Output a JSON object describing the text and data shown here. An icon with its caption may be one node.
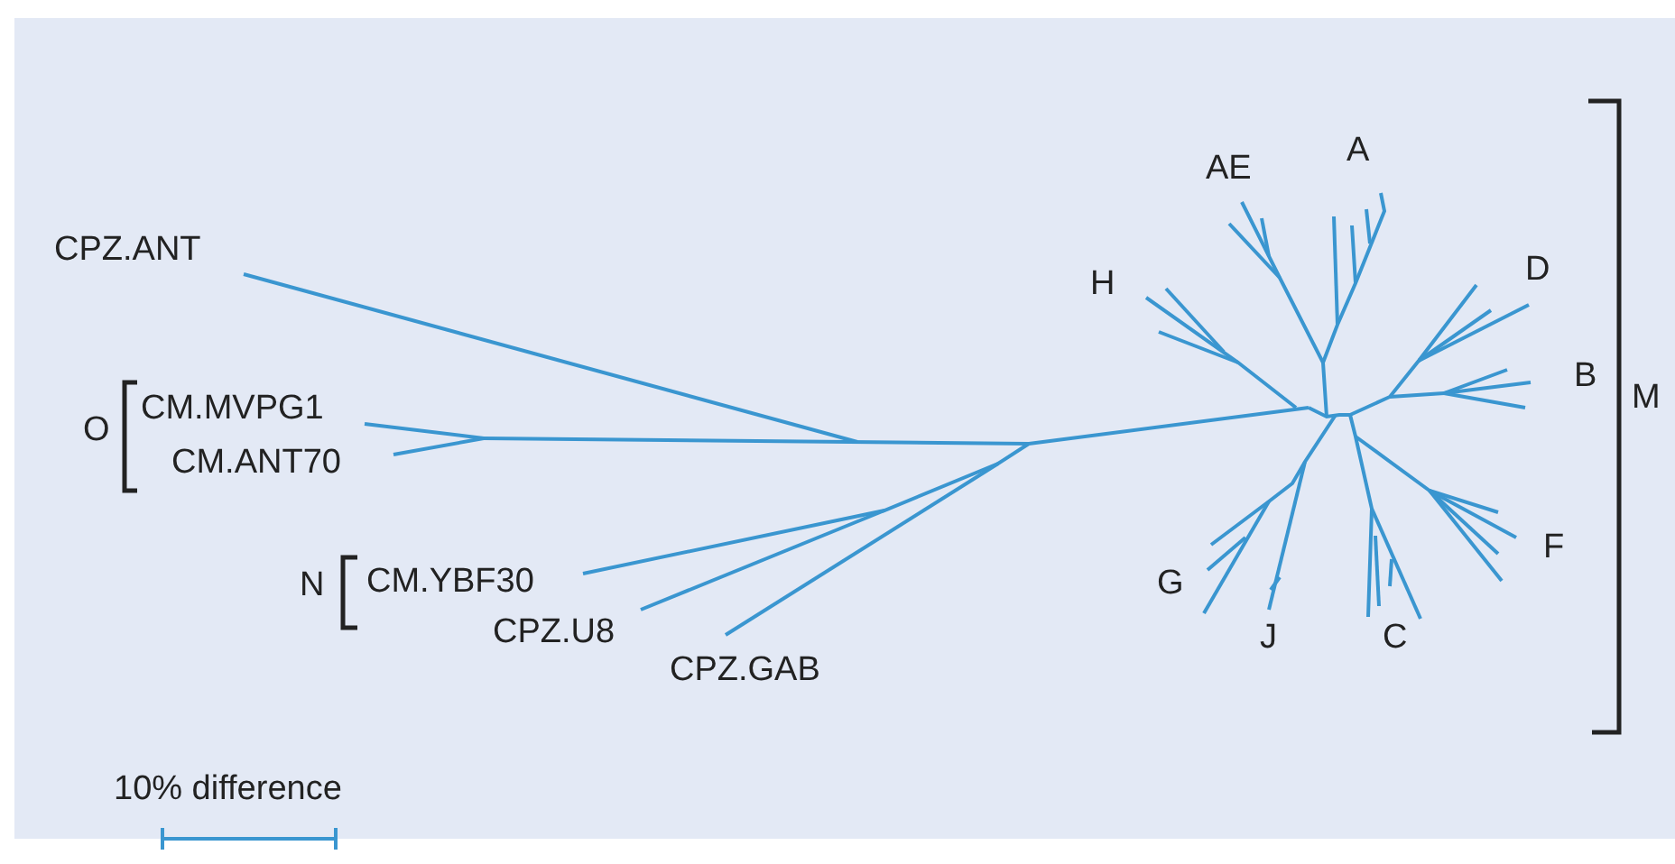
{
  "diagram": {
    "labels": [
      "AE",
      "A",
      "CPZ.ANT",
      "H",
      "D",
      "B",
      "CM.MVPG1",
      "M",
      "O",
      "CM.ANT70",
      "F",
      "N",
      "CM.YBF30",
      "G",
      "CPZ.U8",
      "J",
      "C",
      "CPZ.GAB",
      "10% difference"
    ]
  }
}
